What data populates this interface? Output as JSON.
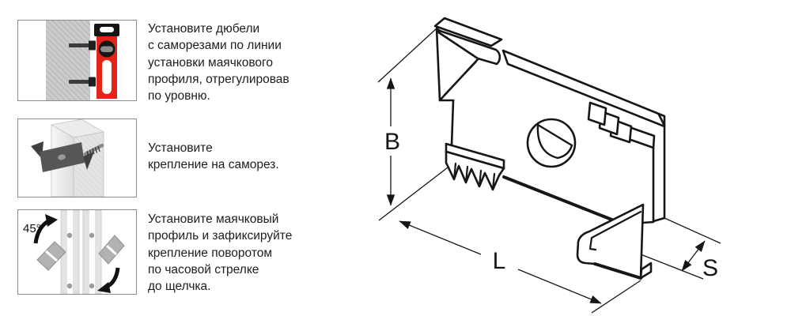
{
  "steps": [
    {
      "id": 1,
      "lines": [
        "Установите дюбели",
        "с саморезами по линии",
        "установки маячкового",
        "профиля, отрегулировав",
        "по уровню."
      ]
    },
    {
      "id": 2,
      "lines": [
        "Установите",
        "крепление на саморез."
      ]
    },
    {
      "id": 3,
      "lines": [
        "Установите маячковый",
        "профиль и зафиксируйте",
        "крепление поворотом",
        "по часовой стрелке",
        "до щелчка."
      ],
      "angle_label": "45°"
    }
  ],
  "diagram": {
    "dimension_labels": {
      "height": "B",
      "length": "L",
      "depth": "S"
    }
  },
  "colors": {
    "level_red": "#e3241b",
    "outline": "#161616",
    "text": "#1d1d1d",
    "panel_border": "#8c8c8c",
    "wall_gray": "#cbcbcb",
    "clip_dark": "#4f4f4f",
    "clamp_gray": "#b2b2b2"
  }
}
